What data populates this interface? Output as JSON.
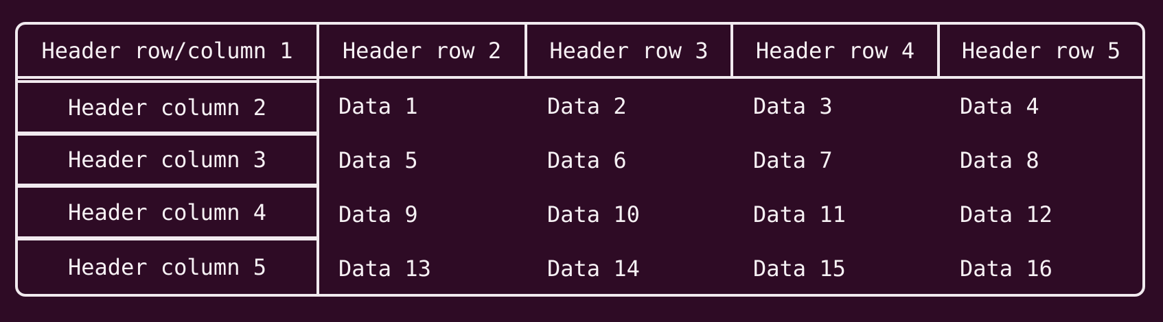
{
  "colors": {
    "background": "#2e0b25",
    "grid_line": "#f1eaef",
    "text": "#f6f1f4"
  },
  "chart_data": {
    "type": "table",
    "corner_header": "Header row/column 1",
    "row_header_labels": [
      "Header row 2",
      "Header row 3",
      "Header row 4",
      "Header row 5"
    ],
    "column_header_labels": [
      "Header column 2",
      "Header column 3",
      "Header column 4",
      "Header column 5"
    ],
    "cells": [
      [
        "Data 1",
        "Data 2",
        "Data 3",
        "Data 4"
      ],
      [
        "Data 5",
        "Data 6",
        "Data 7",
        "Data 8"
      ],
      [
        "Data 9",
        "Data 10",
        "Data 11",
        "Data 12"
      ],
      [
        "Data 13",
        "Data 14",
        "Data 15",
        "Data 16"
      ]
    ]
  }
}
